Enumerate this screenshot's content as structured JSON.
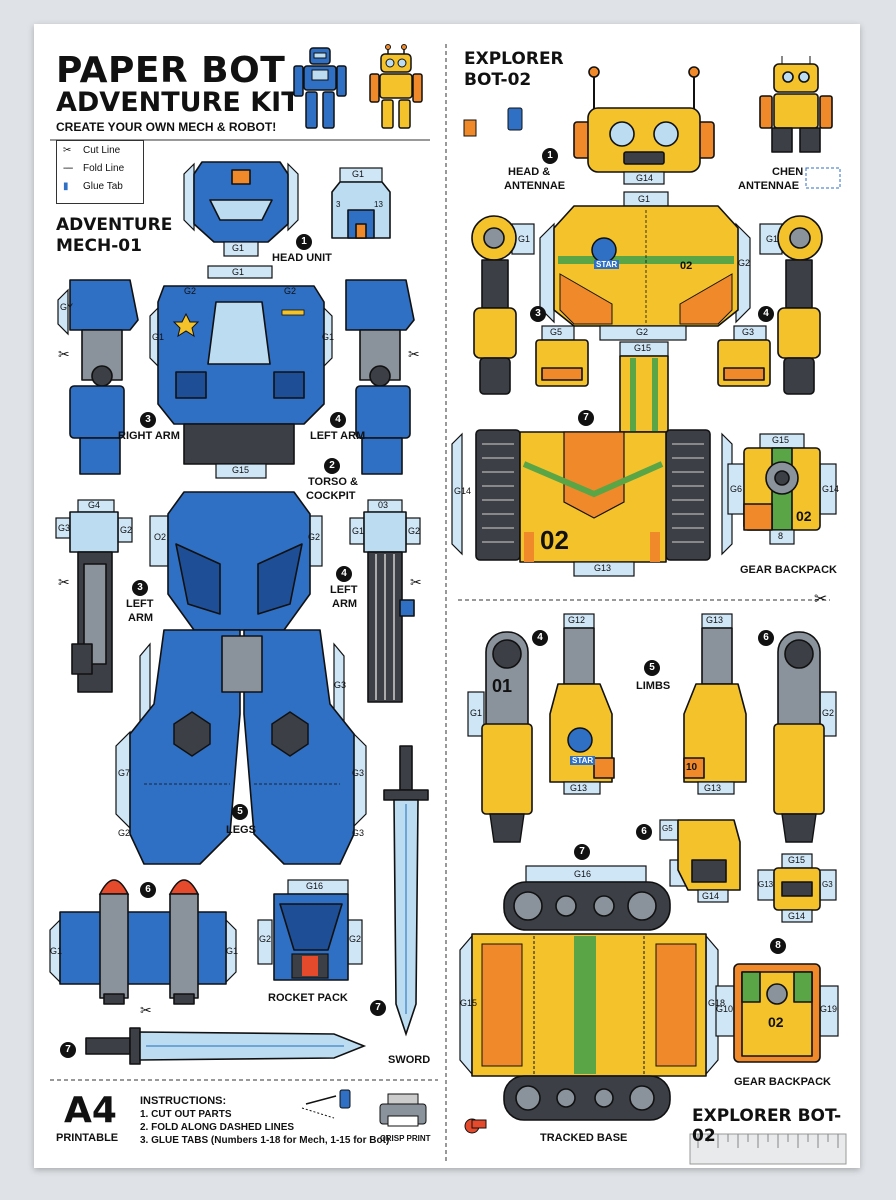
{
  "header": {
    "title_line1": "PAPER BOT",
    "title_line2": "ADVENTURE KIT",
    "subtitle": "CREATE YOUR OWN MECH & ROBOT!"
  },
  "legend": {
    "cut": "Cut Line",
    "fold": "Fold Line",
    "glue": "Glue Tab"
  },
  "mech": {
    "title_line1": "ADVENTURE",
    "title_line2": "MECH-01",
    "labels": {
      "head": "HEAD UNIT",
      "right_arm": "RIGHT ARM",
      "left_arm": "LEFT ARM",
      "torso_line1": "TORSO &",
      "torso_line2": "COCKPIT",
      "left_arm2_line1": "LEFT",
      "left_arm2_line2": "ARM",
      "left_arm3_line1": "LEFT",
      "left_arm3_line2": "ARM",
      "legs": "LEGS",
      "rocket_pack": "ROCKET PACK",
      "sword": "SWORD"
    },
    "numbers": {
      "head": "1",
      "right_arm": "3",
      "left_arm": "4",
      "torso": "2",
      "left_arm2": "3",
      "left_arm3": "4",
      "legs": "5",
      "rocket": "6",
      "sword_v": "7",
      "sword_h": "7"
    },
    "tabs": {
      "head": "G1",
      "head_back": "G1",
      "head_back_l": "3",
      "head_back_r": "13",
      "torso_top": "G1",
      "torso_l2": "G2",
      "torso_r2": "G2",
      "torso_l1": "G1",
      "torso_r1": "G1",
      "torso_bottom": "G15",
      "arm_gy": "GY",
      "cannon_g4": "G4",
      "cannon_g3": "G3",
      "cannon_g2": "G2",
      "gat_03": "03",
      "gat_g1": "G1",
      "gat_g2": "G2",
      "pelvis_o2": "O2",
      "pelvis_g2": "G2",
      "leg_g3a": "G3",
      "leg_g7": "G7",
      "leg_g3b": "G3",
      "leg_g2": "G2",
      "leg_g3c": "G3",
      "rocket_g1l": "G1",
      "rocket_g1r": "G1",
      "pack_g16": "G16",
      "pack_g2l": "G2",
      "pack_g2r": "G2"
    }
  },
  "explorer": {
    "title_line1": "EXPLORER",
    "title_line2": "BOT-02",
    "labels": {
      "head_line1": "HEAD &",
      "head_line2": "ANTENNAE",
      "chen_line1": "CHEN",
      "chen_line2": "ANTENNAE",
      "gear_backpack": "GEAR BACKPACK",
      "limbs": "LIMBS",
      "tracked_base": "TRACKED BASE",
      "gear_backpack2": "GEAR BACKPACK"
    },
    "numbers": {
      "head": "1",
      "arm_l": "3",
      "arm_r": "4",
      "body": "7",
      "limb_l": "4",
      "limbs": "5",
      "limb_r": "6",
      "hand": "6",
      "base": "7",
      "pack2": "8"
    },
    "badges": {
      "star": "STAR",
      "body_num": "02",
      "chest_num": "02",
      "limb_num": "01",
      "backpack_num": "02",
      "pack2_num": "02",
      "limb_r_num": "10"
    },
    "tabs": {
      "head_g14": "G14",
      "chest_g1": "G1",
      "chest_g2": "G2",
      "chest_g2b": "G2",
      "arm_g1l": "G1",
      "arm_g1r": "G1",
      "foot_g5": "G5",
      "foot_g3": "G3",
      "body_g15": "G15",
      "body_g13": "G13",
      "body_g14": "G14",
      "bp_g15": "G15",
      "bp_g14": "G14",
      "bp_g6": "G6",
      "bp_8": "8",
      "limb_g12": "G12",
      "limb_g13a": "G13",
      "limb_g13b": "G13",
      "limb_g13c": "G13",
      "limb_g1": "G1",
      "limb_g2": "G2",
      "hand_g5": "G5",
      "hand_g14": "G14",
      "box_g15": "G15",
      "box_g14": "G14",
      "box_g13": "G13",
      "box_g3": "G3",
      "base_g16": "G16",
      "base_g15": "G15",
      "base_g18": "G18",
      "pack2_g10": "G10",
      "pack2_g19": "G19"
    }
  },
  "footer": {
    "paper": "A4",
    "paper_sub": "PRINTABLE",
    "instructions_title": "INSTRUCTIONS:",
    "step1": "1. CUT OUT PARTS",
    "step2": "2. FOLD ALONG DASHED LINES",
    "step3": "3. GLUE TABS (Numbers 1-18 for Mech, 1-15 for Bot)",
    "print_label": "CRISP PRINT",
    "explorer_title": "EXPLORER BOT-02"
  },
  "colors": {
    "mech_blue": "#2f6fc4",
    "mech_light": "#bcdcf2",
    "bot_yellow": "#f4c22b",
    "bot_orange": "#f0892a",
    "bot_green": "#5aa545",
    "dark_grey": "#3c4046",
    "mid_grey": "#8a929b"
  }
}
